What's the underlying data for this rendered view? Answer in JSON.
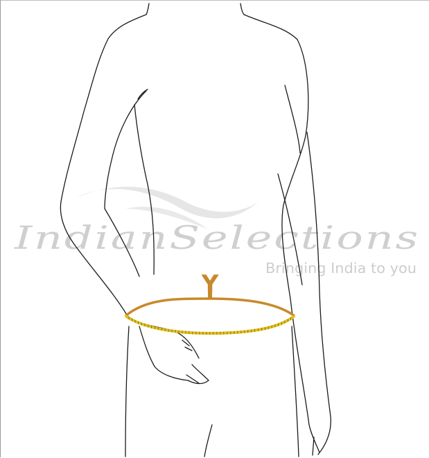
{
  "illustration": {
    "subject": "figure-outline",
    "measurement_label": "Y",
    "colors": {
      "outline": "#1a1a1a",
      "tape_back": "#c8892a",
      "tape_front": "#e0c21c",
      "tape_ticks": "#7a5a10",
      "label": "#c8892a",
      "watermark": "#cfcfcf"
    }
  },
  "watermark": {
    "brand": "IndianSelections",
    "tagline": "Bringing India to you"
  }
}
